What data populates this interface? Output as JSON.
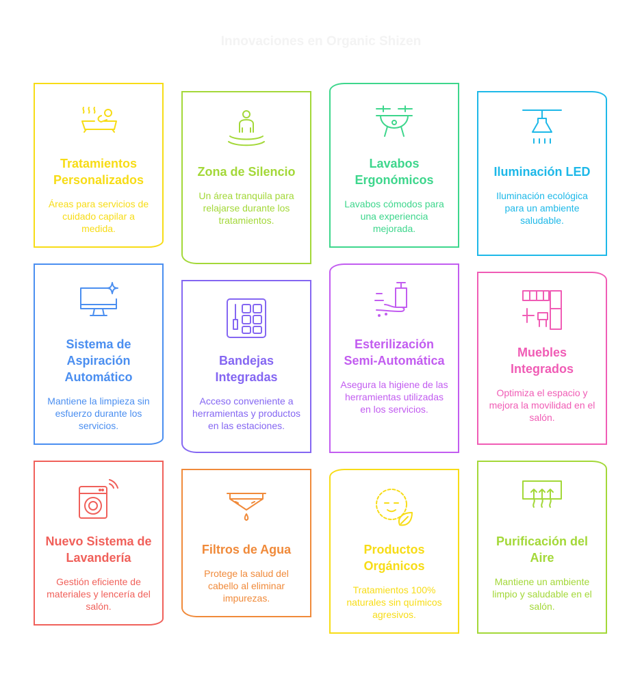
{
  "title": "Innovaciones en Organic Shizen",
  "cards": [
    {
      "title": "Tratamientos Personalizados",
      "desc": "Áreas para servicios de cuidado capilar a medida.",
      "icon": "bathtub-icon",
      "color": "#F7DC16"
    },
    {
      "title": "Zona de Silencio",
      "desc": "Un área tranquila para relajarse durante los tratamientos.",
      "icon": "meditation-icon",
      "color": "#A3D838"
    },
    {
      "title": "Lavabos Ergonómicos",
      "desc": "Lavabos cómodos para una experiencia mejorada.",
      "icon": "sink-icon",
      "color": "#3DD68C"
    },
    {
      "title": "Iluminación LED",
      "desc": "Iluminación ecológica para un ambiente saludable.",
      "icon": "lamp-icon",
      "color": "#1DB8E8"
    },
    {
      "title": "Sistema de Aspiración Automático",
      "desc": "Mantiene la limpieza sin esfuerzo durante los servicios.",
      "icon": "monitor-sparkle-icon",
      "color": "#4A8EF0"
    },
    {
      "title": "Bandejas Integradas",
      "desc": "Acceso conveniente a herramientas y productos en las estaciones.",
      "icon": "palette-tray-icon",
      "color": "#8466F2"
    },
    {
      "title": "Esterilización Semi-Automática",
      "desc": "Asegura la higiene de las herramientas utilizadas en los servicios.",
      "icon": "sanitizer-icon",
      "color": "#C25CF0"
    },
    {
      "title": "Muebles Integrados",
      "desc": "Optimiza el espacio y mejora la movilidad en el salón.",
      "icon": "furniture-icon",
      "color": "#F05CB5"
    },
    {
      "title": "Nuevo Sistema de Lavandería",
      "desc": "Gestión eficiente de materiales y lencería del salón.",
      "icon": "washing-machine-icon",
      "color": "#F0605A"
    },
    {
      "title": "Filtros de Agua",
      "desc": "Protege la salud del cabello al eliminar impurezas.",
      "icon": "water-filter-icon",
      "color": "#F08A3A"
    },
    {
      "title": "Productos Orgánicos",
      "desc": "Tratamientos 100% naturales sin químicos agresivos.",
      "icon": "organic-leaf-icon",
      "color": "#F7DC16"
    },
    {
      "title": "Purificación del Aire",
      "desc": "Mantiene un ambiente limpio y saludable en el salón.",
      "icon": "air-purifier-icon",
      "color": "#A3D838"
    }
  ]
}
